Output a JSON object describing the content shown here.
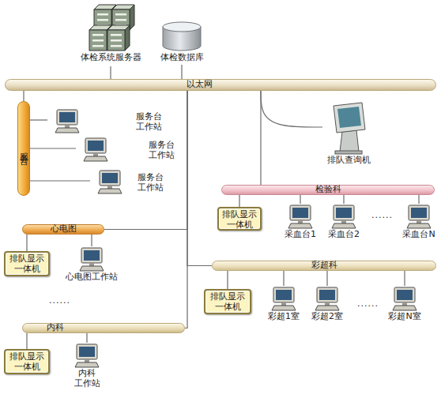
{
  "diagram": {
    "nodes": [
      {
        "text": [
          "体检系统服务器"
        ]
      },
      {
        "text": [
          "体检数据库"
        ]
      },
      {
        "text": [
          "以太网"
        ]
      },
      {
        "text": [
          "服务台"
        ]
      },
      {
        "text": [
          "服务台 工作站"
        ]
      },
      {
        "text": [
          "服务台 工作站"
        ]
      },
      {
        "text": [
          "服务台 工作站"
        ]
      },
      {
        "text": [
          "排队查询机"
        ]
      },
      {
        "text": [
          "检验科"
        ]
      },
      {
        "text": [
          "排队显示 一体机"
        ]
      },
      {
        "text": [
          "采血台1"
        ]
      },
      {
        "text": [
          "采血台2"
        ]
      },
      {
        "text": [
          "采血台N"
        ]
      },
      {
        "text": [
          "心电图"
        ]
      },
      {
        "text": [
          "排队显示 一体机"
        ]
      },
      {
        "text": [
          "心电图工作站"
        ]
      },
      {
        "text": [
          "彩超科"
        ]
      },
      {
        "text": [
          "排队显示 一体机"
        ]
      },
      {
        "text": [
          "彩超1室"
        ]
      },
      {
        "text": [
          "彩超2室"
        ]
      },
      {
        "text": [
          "彩超N室"
        ]
      },
      {
        "text": [
          "内科"
        ]
      },
      {
        "text": [
          "排队显示 一体机"
        ]
      },
      {
        "text": [
          "内科 工作站"
        ]
      }
    ],
    "edges": [
      {
        "from": 0,
        "to": 2,
        "arrow": "none"
      },
      {
        "from": 1,
        "to": 2,
        "arrow": "none"
      },
      {
        "from": 2,
        "to": 3,
        "arrow": "none"
      },
      {
        "from": 3,
        "to": 4,
        "arrow": "none"
      },
      {
        "from": 3,
        "to": 5,
        "arrow": "none"
      },
      {
        "from": 3,
        "to": 6,
        "arrow": "none"
      },
      {
        "from": 2,
        "to": 7,
        "arrow": "none"
      },
      {
        "from": 2,
        "to": 8,
        "arrow": "none"
      },
      {
        "from": 8,
        "to": 9,
        "arrow": "none"
      },
      {
        "from": 8,
        "to": 10,
        "arrow": "none"
      },
      {
        "from": 8,
        "to": 11,
        "arrow": "none"
      },
      {
        "from": 8,
        "to": 12,
        "arrow": "none"
      },
      {
        "from": 2,
        "to": 13,
        "arrow": "none"
      },
      {
        "from": 13,
        "to": 14,
        "arrow": "none"
      },
      {
        "from": 13,
        "to": 15,
        "arrow": "none"
      },
      {
        "from": 2,
        "to": 16,
        "arrow": "none"
      },
      {
        "from": 16,
        "to": 17,
        "arrow": "none"
      },
      {
        "from": 16,
        "to": 18,
        "arrow": "none"
      },
      {
        "from": 16,
        "to": 19,
        "arrow": "none"
      },
      {
        "from": 16,
        "to": 20,
        "arrow": "none"
      },
      {
        "from": 2,
        "to": 21,
        "arrow": "none"
      },
      {
        "from": 21,
        "to": 22,
        "arrow": "none"
      },
      {
        "from": 21,
        "to": 23,
        "arrow": "none"
      }
    ],
    "labels": [
      "......",
      "......",
      "......"
    ]
  }
}
